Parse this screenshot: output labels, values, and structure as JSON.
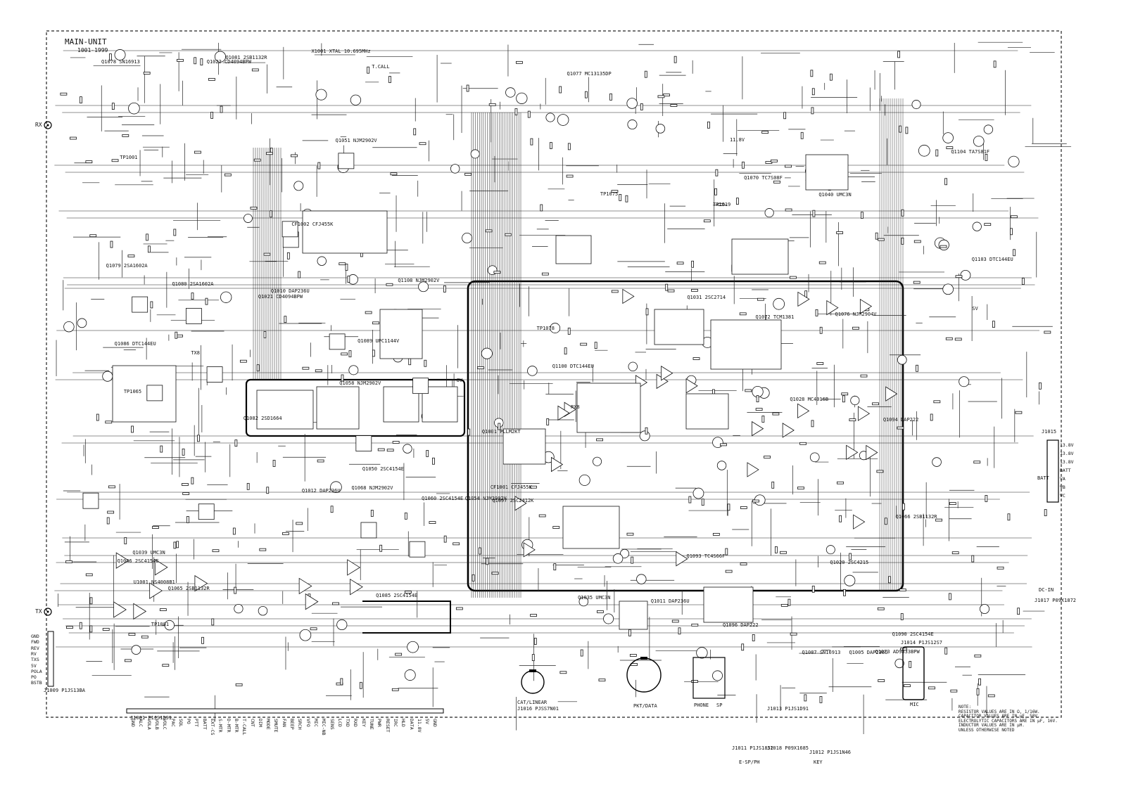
{
  "title": {
    "line1": "MAIN-UNIT",
    "line2": "1001-1999"
  },
  "ports": {
    "rx": "RX",
    "tx": "TX",
    "batt": "BATT",
    "dc_in": "DC-IN",
    "cat_linear": "CAT/LINEAR",
    "pkt_data": "PKT/DATA",
    "phone": "PHONE",
    "sp": "SP",
    "e_sp_ph": "E-SP/PH",
    "key": "KEY",
    "mic": "MIC"
  },
  "connectors": {
    "j1001": "J1001 P1JS1D91",
    "j1009": "J1009 P1JS13BA",
    "j1016": "J1016 PJSS7N01",
    "j1014": "J1014 P1JS12S7",
    "j1017": "J1017 P09X1872",
    "j1015": "J1015",
    "j1011": "J1011 P1JS1852",
    "j1018": "J1018 P09X1685",
    "j1012": "J1012 P1JS1N46",
    "j1013": "J1013 P1JS1D91"
  },
  "left_edge_pins": [
    "GND",
    "FWD",
    "REV",
    "RV",
    "TXS",
    "5V",
    "POLA",
    "PO",
    "BSTB"
  ],
  "bottom_pins": [
    "GND",
    "ALC",
    "VOLA",
    "VOLB",
    "VOLC",
    "PAC",
    "SQL",
    "PO",
    "PTT",
    "BATT",
    "EXT-CS",
    "S-MTR",
    "D-MTR",
    "B-MTR",
    "T-CALL",
    "CNT",
    "DIM",
    "MODE",
    "SMUTE",
    "FAN",
    "BEEP",
    "SRCH",
    "VFO",
    "MIC",
    "MIC-NB",
    "SENS",
    "LCD",
    "TXD",
    "RXD",
    "KEY",
    "TUNE",
    "PWR",
    "RESET",
    "IRC",
    "HLD",
    "DATA",
    "11.8V",
    "5V",
    "GND"
  ],
  "right_pins": [
    "13.8V",
    "13.8V",
    "13.8V",
    "BATT",
    "VA",
    "VB",
    "VC"
  ],
  "ic_labels": [
    "Q1001 PLLM2KT",
    "Q1021 CD4094BPW",
    "Q1022 CD4094BPW",
    "Q1028 MC4016B",
    "Q1073 AD9833BPW",
    "Q1051 NJM2902V",
    "Q1054 NJM2902V",
    "Q1058 NJM2902V",
    "Q1068 NJM2902V",
    "Q1072 TCM1381",
    "Q1076 NJM2904V",
    "Q1077 MC13135DP",
    "Q1078 SN16913",
    "Q1087 SN16913",
    "Q1089 UPC1144V",
    "Q1093 TC4S66F",
    "Q1100 DTC144EU",
    "Q1103 DTC144EU",
    "Q1104 TA7S81F",
    "Q1108 NJM2902V",
    "Q1005 DAP236U",
    "Q1010 DAP236U",
    "Q1011 DAP236U",
    "Q1012 DAP236U",
    "Q1020 2SC4215",
    "Q1031 2SC2714",
    "Q1035 UMC3N",
    "Q1039 UMC3N",
    "Q1040 UMC3N",
    "Q1046 2SC4154E",
    "Q1050 2SC4154E",
    "Q1060 2SC4154E",
    "Q1065 2SB1132R",
    "Q1066 2SB1132R",
    "Q1070 TC7S08F",
    "Q1079 2SA1602A",
    "Q1080 2SA1602A",
    "Q1081 2SB1132R",
    "Q1082 2SD1664",
    "Q1085 2SC4154E",
    "Q1086 DTC144EU",
    "Q1090 2SC4154E",
    "Q1094 DAP222",
    "Q1096 DAP222",
    "Q1097 2SC2412K",
    "U1001 NS4008B1",
    "CF1001 CFJ455K",
    "CF1002 CFJ455K",
    "X1001 XTAL 10.695MHz"
  ],
  "other_labels": [
    "T.CALL",
    "11.8V",
    "SV",
    "8V",
    "RX8",
    "TX8",
    "TP1001",
    "TP1019",
    "TP1065",
    "TP1075",
    "TP1078",
    "TP1081"
  ],
  "notes": [
    "NOTE:",
    "RESISTOR VALUES ARE IN Ω, 1/16W.",
    "CAPACITOR VALUES ARE IN μF, 50V.",
    "ELECTROLYTIC CAPACITORS ARE IN μF, 16V.",
    "INDUCTOR VALUES ARE IN μH.",
    "UNLESS OTHERWISE NOTED"
  ]
}
